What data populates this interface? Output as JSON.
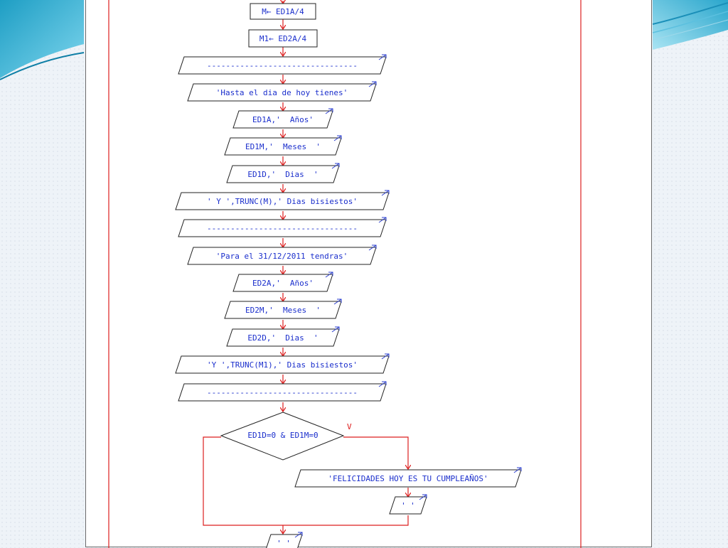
{
  "colors": {
    "flow_line": "#dd1f1f",
    "text": "#1a2ecc",
    "shape_stroke": "#222222",
    "io_arrow": "#2a3ecf"
  },
  "flowchart": {
    "assign_m": "M← ED1A/4",
    "assign_m1": "M1← ED2A/4",
    "separator_1": "--------------------------------",
    "out_hasta": "'Hasta el dia de hoy tienes'",
    "out_ed1a": "ED1A,'  Años'",
    "out_ed1m": "ED1M,'  Meses  '",
    "out_ed1d": "ED1D,'  Dias  '",
    "out_trunc_m": "' Y ',TRUNC(M),' Dias bisiestos'",
    "separator_2": "--------------------------------",
    "out_para": "'Para el 31/12/2011 tendras'",
    "out_ed2a": "ED2A,'  Años'",
    "out_ed2m": "ED2M,'  Meses  '",
    "out_ed2d": "ED2D,'  Dias  '",
    "out_trunc_m1": "'Y ',TRUNC(M1),' Dias bisiestos'",
    "separator_3": "--------------------------------",
    "decision": "ED1D=0 & ED1M=0",
    "true_label": "V",
    "out_felicidades": "'FELICIDADES HOY ES TU CUMPLEAÑOS'",
    "out_blank_1": "' '",
    "out_blank_2": "' '"
  }
}
